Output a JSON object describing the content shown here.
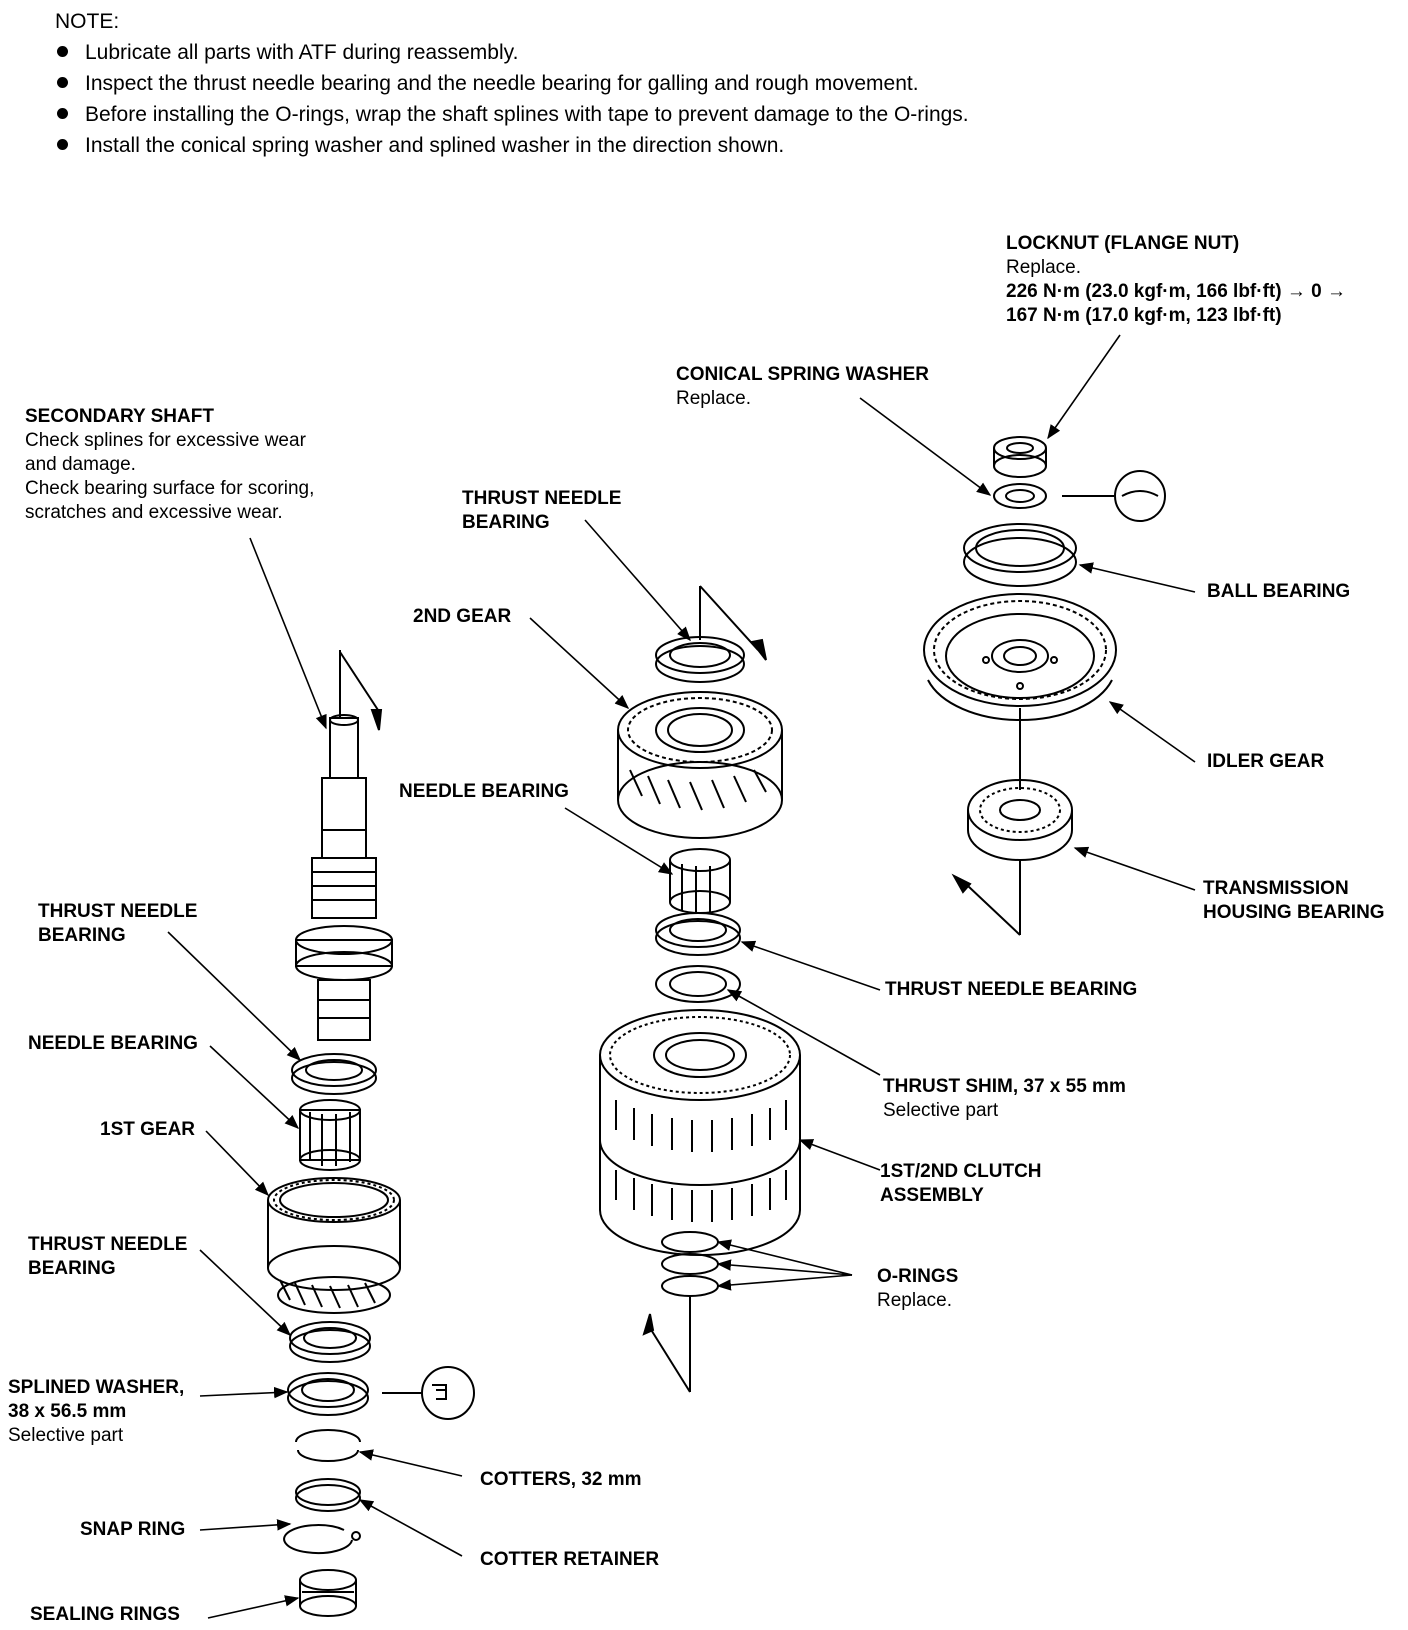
{
  "note": {
    "heading": "NOTE:",
    "items": [
      "Lubricate all parts with ATF during reassembly.",
      "Inspect the thrust needle bearing and the needle bearing for galling and rough movement.",
      "Before installing the O-rings, wrap the shaft splines with tape to prevent damage to the O-rings.",
      "Install the conical spring washer and splined washer in the direction shown."
    ]
  },
  "labels": {
    "locknut": {
      "title": "LOCKNUT (FLANGE NUT)",
      "note": "Replace.",
      "torque1": "226 N·m (23.0 kgf·m, 166 lbf·ft) → 0 →",
      "torque2": "167 N·m (17.0 kgf·m, 123 lbf·ft)"
    },
    "conical": {
      "title": "CONICAL SPRING WASHER",
      "note": "Replace."
    },
    "secondary": {
      "title": "SECONDARY SHAFT",
      "l1": "Check splines for excessive wear",
      "l2": "and damage.",
      "l3": "Check bearing surface for scoring,",
      "l4": "scratches and excessive wear."
    },
    "thrust_top": {
      "l1": "THRUST NEEDLE",
      "l2": "BEARING"
    },
    "gear2": "2ND GEAR",
    "ball": "BALL BEARING",
    "idler": "IDLER GEAR",
    "needle_mid": "NEEDLE BEARING",
    "trans": {
      "l1": "TRANSMISSION",
      "l2": "HOUSING BEARING"
    },
    "thrust_left1": {
      "l1": "THRUST NEEDLE",
      "l2": "BEARING"
    },
    "thrust_mid": "THRUST NEEDLE BEARING",
    "needle_left": "NEEDLE BEARING",
    "shim": {
      "title": "THRUST SHIM, 37 x 55 mm",
      "note": "Selective part"
    },
    "gear1": "1ST GEAR",
    "clutch": {
      "l1": "1ST/2ND CLUTCH",
      "l2": "ASSEMBLY"
    },
    "thrust_left2": {
      "l1": "THRUST NEEDLE",
      "l2": "BEARING"
    },
    "orings": {
      "title": "O-RINGS",
      "note": "Replace."
    },
    "splined": {
      "l1": "SPLINED WASHER,",
      "l2": "38 x 56.5 mm",
      "note": "Selective part"
    },
    "cotters": "COTTERS, 32 mm",
    "snap": "SNAP RING",
    "retainer": "COTTER RETAINER",
    "sealing": "SEALING RINGS"
  }
}
